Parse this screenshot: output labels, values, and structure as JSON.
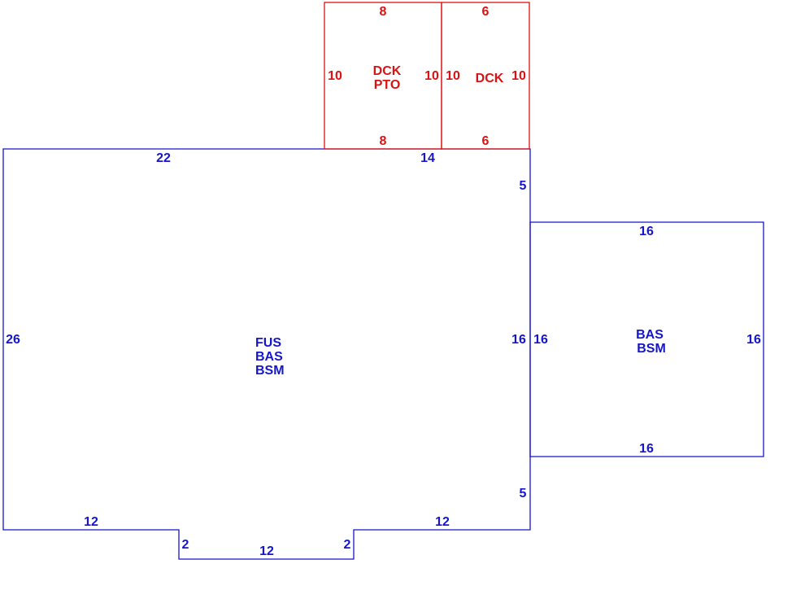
{
  "colors": {
    "main": "#1515cc",
    "deck": "#dd1111"
  },
  "areas": {
    "dck_pto": {
      "line1": "DCK",
      "line2": "PTO"
    },
    "dck": {
      "label": "DCK"
    },
    "main": {
      "line1": "FUS",
      "line2": "BAS",
      "line3": "BSM"
    },
    "addition": {
      "line1": "BAS",
      "line2": "BSM"
    }
  },
  "dimensions": {
    "dck_pto_top": "8",
    "dck_pto_left": "10",
    "dck_pto_right": "10",
    "dck_pto_bottom": "8",
    "dck_top": "6",
    "dck_left": "10",
    "dck_right": "10",
    "dck_bottom": "6",
    "main_top_left": "22",
    "main_top_right": "14",
    "main_right_upper": "5",
    "main_right_mid": "16",
    "main_right_lower": "5",
    "main_left": "26",
    "main_bottom_left": "12",
    "main_bottom_right": "12",
    "notch_left": "2",
    "notch_right": "2",
    "notch_bottom": "12",
    "add_top": "16",
    "add_left": "16",
    "add_right": "16",
    "add_bottom": "16"
  }
}
